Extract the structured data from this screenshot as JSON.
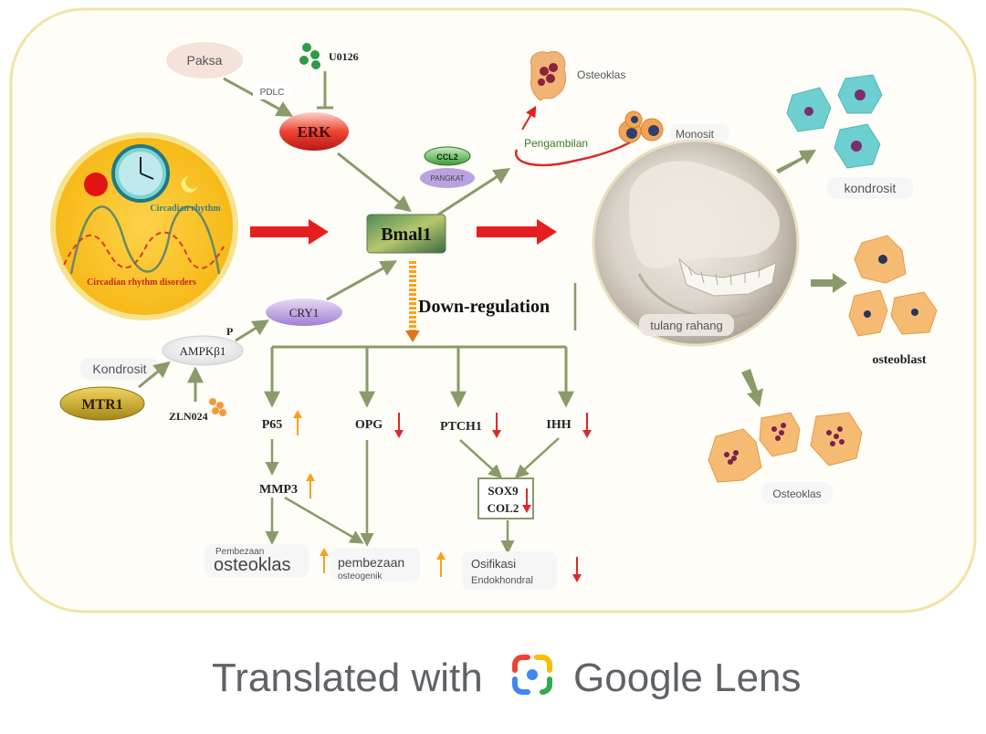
{
  "inputs": {
    "paksa": "Paksa",
    "pdlc": "PDLC",
    "u0126": "U0126",
    "erk": "ERK",
    "bmal1": "Bmal1",
    "cry1": "CRY1",
    "p_label": "P",
    "ampk": "AMPKβ1",
    "kondrosit_left": "Kondrosit",
    "mtr1": "MTR1",
    "zln024": "ZLN024",
    "ccl2": "CCL2",
    "pangkat": "PANGKAT"
  },
  "circadian": {
    "rhythm_label": "Circadian rhythm",
    "disorder_label": "Circadian rhythm disorders"
  },
  "regulation": {
    "down_regulation": "Down-regulation",
    "p65": "P65",
    "opg": "OPG",
    "ptch1": "PTCH1",
    "ihh": "IHH",
    "mmp3": "MMP3",
    "sox9": "SOX9",
    "col2": "COL2"
  },
  "outcomes": {
    "pembezaan_small": "Pembezaan",
    "osteoklas_big": "osteoklas",
    "pembezaan": "pembezaan",
    "osteogenik": "osteogenik",
    "osifikasi": "Osifikasi",
    "endokhondral": "Endokhondral"
  },
  "cells": {
    "osteoklas_top": "Osteoklas",
    "pengambilan": "Pengambilan",
    "monosit": "Monosit",
    "kondrosit_right": "kondrosit",
    "tulang_rahang": "tulang rahang",
    "osteoblast": "osteoblast",
    "osteoklas_bottom": "Osteoklas"
  },
  "footer": {
    "translated_with": "Translated with",
    "google_lens": "Google Lens"
  },
  "colors": {
    "frame": "#f1e3a6",
    "arrow_green": "#8a9a6a",
    "arrow_red": "#e51f1f",
    "up_arrow": "#f5a31d",
    "down_arrow": "#d92a2a"
  }
}
